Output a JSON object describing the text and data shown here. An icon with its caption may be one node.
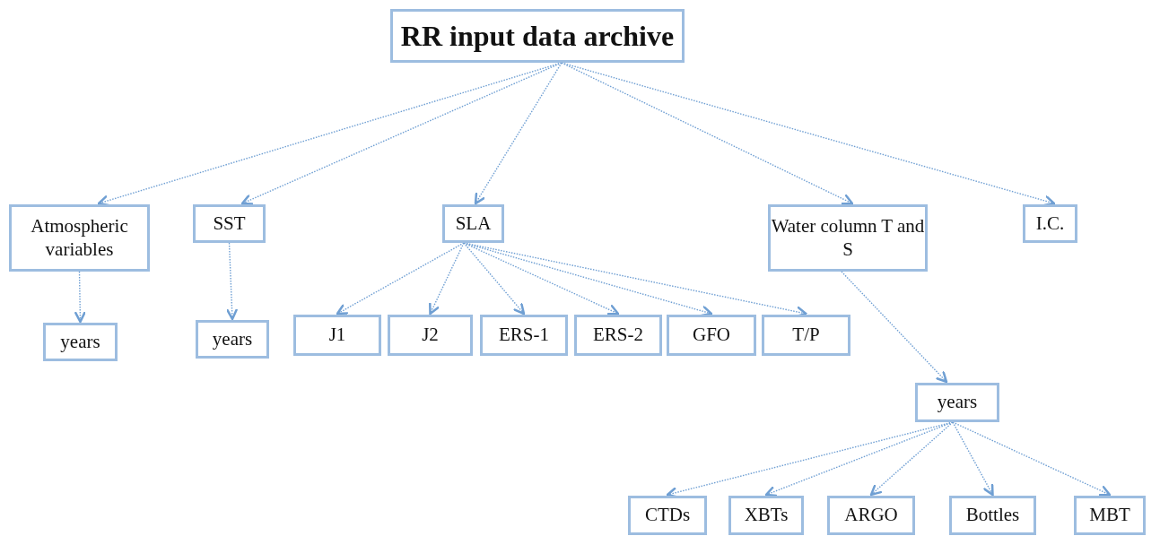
{
  "diagram": {
    "nodes": [
      {
        "text": [
          "RR input data archive"
        ]
      },
      {
        "text": [
          "Atmospheric variables"
        ]
      },
      {
        "text": [
          "SST"
        ]
      },
      {
        "text": [
          "SLA"
        ]
      },
      {
        "text": [
          "Water column T and S"
        ]
      },
      {
        "text": [
          "I.C."
        ]
      },
      {
        "text": [
          "years"
        ]
      },
      {
        "text": [
          "years"
        ]
      },
      {
        "text": [
          "J1"
        ]
      },
      {
        "text": [
          "J2"
        ]
      },
      {
        "text": [
          "ERS-1"
        ]
      },
      {
        "text": [
          "ERS-2"
        ]
      },
      {
        "text": [
          "GFO"
        ]
      },
      {
        "text": [
          "T/P"
        ]
      },
      {
        "text": [
          "years"
        ]
      },
      {
        "text": [
          "CTDs"
        ]
      },
      {
        "text": [
          "XBTs"
        ]
      },
      {
        "text": [
          "ARGO"
        ]
      },
      {
        "text": [
          "Bottles"
        ]
      },
      {
        "text": [
          "MBT"
        ]
      }
    ],
    "edges": [
      {
        "from": 0,
        "to": 1,
        "arrow": "to"
      },
      {
        "from": 0,
        "to": 2,
        "arrow": "to"
      },
      {
        "from": 0,
        "to": 3,
        "arrow": "to"
      },
      {
        "from": 0,
        "to": 4,
        "arrow": "to"
      },
      {
        "from": 0,
        "to": 5,
        "arrow": "to"
      },
      {
        "from": 1,
        "to": 6,
        "arrow": "to"
      },
      {
        "from": 2,
        "to": 7,
        "arrow": "to"
      },
      {
        "from": 3,
        "to": 8,
        "arrow": "to"
      },
      {
        "from": 3,
        "to": 9,
        "arrow": "to"
      },
      {
        "from": 3,
        "to": 10,
        "arrow": "to"
      },
      {
        "from": 3,
        "to": 11,
        "arrow": "to"
      },
      {
        "from": 3,
        "to": 12,
        "arrow": "to"
      },
      {
        "from": 3,
        "to": 13,
        "arrow": "to"
      },
      {
        "from": 4,
        "to": 14,
        "arrow": "to"
      },
      {
        "from": 14,
        "to": 15,
        "arrow": "to"
      },
      {
        "from": 14,
        "to": 16,
        "arrow": "to"
      },
      {
        "from": 14,
        "to": 17,
        "arrow": "to"
      },
      {
        "from": 14,
        "to": 18,
        "arrow": "to"
      },
      {
        "from": 14,
        "to": 19,
        "arrow": "to"
      }
    ]
  }
}
